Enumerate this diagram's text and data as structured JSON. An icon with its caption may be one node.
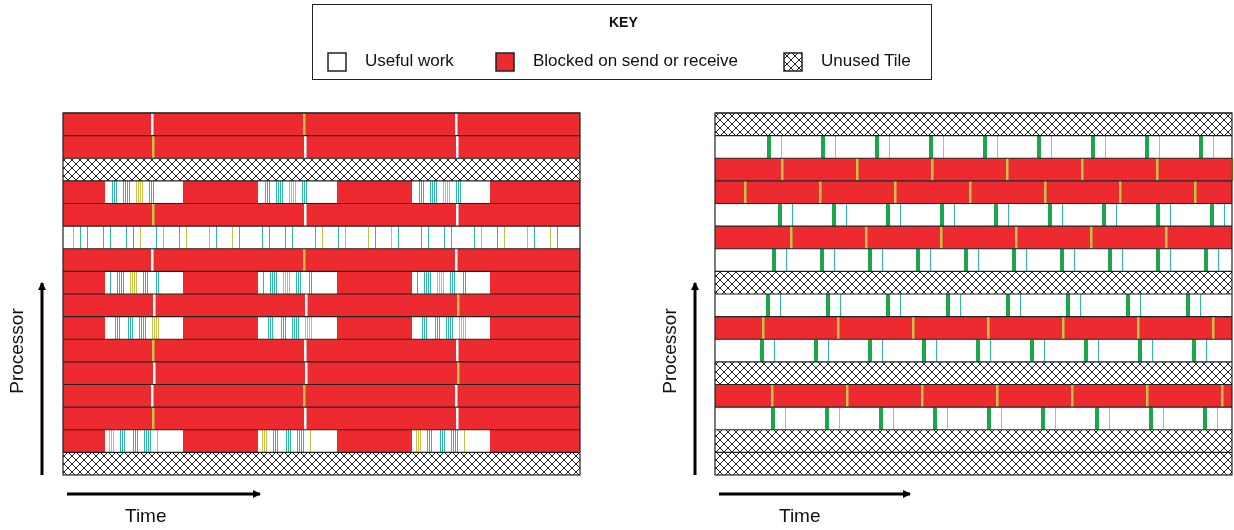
{
  "diagram": {
    "labels": [
      "KEY",
      "Processor",
      "Time",
      "Processor",
      "Time"
    ],
    "legend": [
      {
        "text": "Useful work",
        "color": "#ffffff"
      },
      {
        "text": "Blocked on send or receive",
        "color": "#ec2a2f"
      },
      {
        "text": "Unused Tile"
      }
    ]
  }
}
